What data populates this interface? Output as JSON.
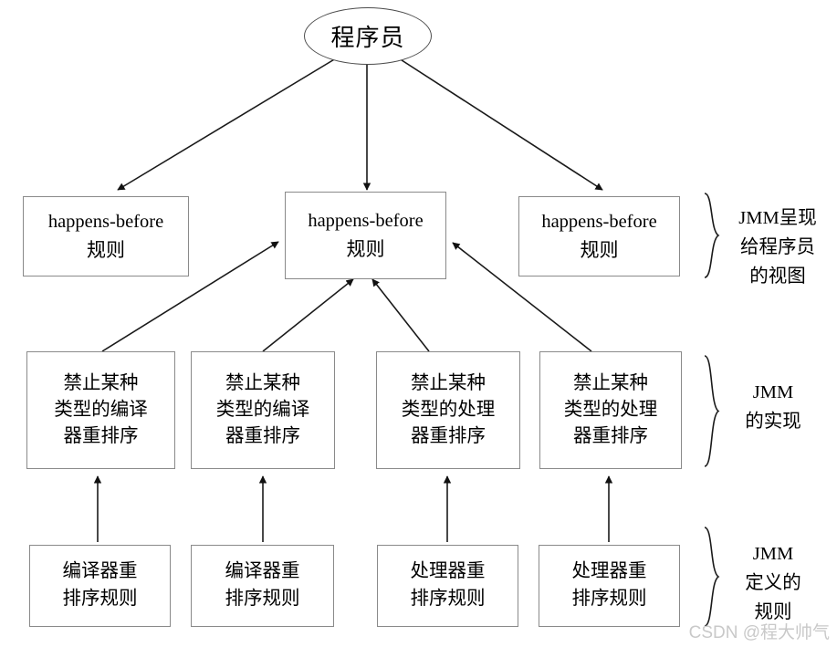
{
  "diagram": {
    "title_node": {
      "label": "程序员"
    },
    "row_happens_before": [
      {
        "line1": "happens-before",
        "line2": "规则"
      },
      {
        "line1": "happens-before",
        "line2": "规则"
      },
      {
        "line1": "happens-before",
        "line2": "规则"
      }
    ],
    "row_implementation": [
      {
        "line1": "禁止某种",
        "line2": "类型的编译",
        "line3": "器重排序"
      },
      {
        "line1": "禁止某种",
        "line2": "类型的编译",
        "line3": "器重排序"
      },
      {
        "line1": "禁止某种",
        "line2": "类型的处理",
        "line3": "器重排序"
      },
      {
        "line1": "禁止某种",
        "line2": "类型的处理",
        "line3": "器重排序"
      }
    ],
    "row_rules": [
      {
        "line1": "编译器重",
        "line2": "排序规则"
      },
      {
        "line1": "编译器重",
        "line2": "排序规则"
      },
      {
        "line1": "处理器重",
        "line2": "排序规则"
      },
      {
        "line1": "处理器重",
        "line2": "排序规则"
      }
    ],
    "side_labels": [
      {
        "line1": "JMM呈现",
        "line2": "给程序员",
        "line3": "的视图"
      },
      {
        "line1": "JMM",
        "line2": "的实现",
        "line3": ""
      },
      {
        "line1": "JMM",
        "line2": "定义的",
        "line3": "规则"
      }
    ],
    "watermark": "CSDN @程大帅气",
    "colors": {
      "background": "#ffffff",
      "box_border": "#8a8a8a",
      "ellipse_border": "#4c4c4c",
      "edge": "#1a1a1a",
      "text": "#000000",
      "watermark": "#c9c9c9"
    }
  }
}
